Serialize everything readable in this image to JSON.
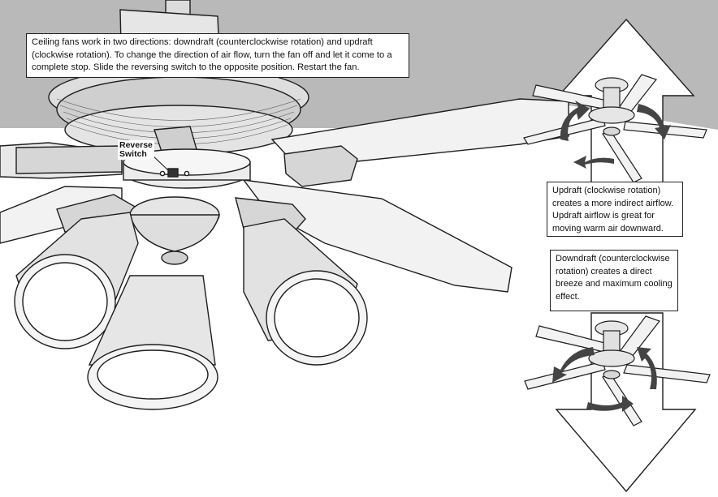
{
  "intro_text": "Ceiling fans work in two directions: downdraft (counterclockwise rotation) and updraft (clockwise rotation). To change the direction of air flow, turn the fan off and let it come to a complete stop. Slide the reversing switch to the opposite position. Restart the fan.",
  "reverse_switch_label": {
    "line1": "Reverse",
    "line2": "Switch"
  },
  "updraft_text": "Updraft (clockwise rotation) creates a more indirect airflow. Updraft airflow is great for moving warm air downward.",
  "downdraft_text": "Downdraft (counterclockwise rotation) creates a direct breeze and maximum cooling effect.",
  "colors": {
    "ceiling": "#b9b9b9",
    "line": "#1e1e1e",
    "blade_fill": "#f2f2f2",
    "arrow_fill": "#ffffff",
    "rotation_arrow": "#444444"
  },
  "icons": [
    "ceiling-fan-illustration",
    "updraft-arrow",
    "downdraft-arrow",
    "clockwise-rotation-arrow",
    "counterclockwise-rotation-arrow"
  ]
}
